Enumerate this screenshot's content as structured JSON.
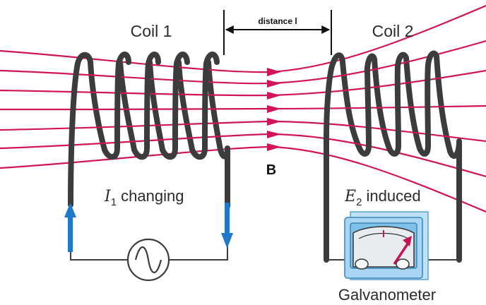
{
  "labels": {
    "coil1": "Coil 1",
    "coil2": "Coil 2",
    "distance": "distance l",
    "field": "B",
    "current_symbol": "I",
    "current_subscript": "1",
    "current_text": " changing",
    "emf_symbol": "E",
    "emf_subscript": "2",
    "emf_text": " induced",
    "meter": "Galvanometer"
  },
  "colors": {
    "field_lines": "#d0155a",
    "wire": "#3c3c3c",
    "current_arrow": "#1f78c8",
    "meter_body": "#a9d6f2",
    "meter_face": "#e9ecef",
    "needle": "#c8134f",
    "text": "#2b2b2b"
  },
  "icons": {
    "source": "ac-source-icon",
    "meter": "galvanometer-icon"
  }
}
